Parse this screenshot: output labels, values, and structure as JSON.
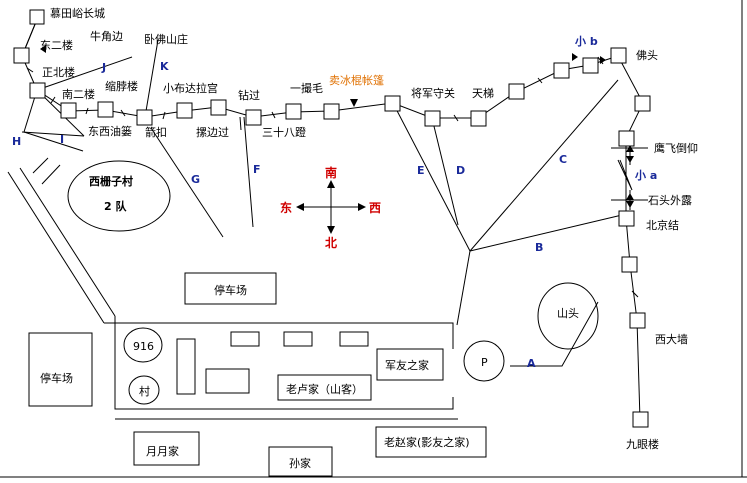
{
  "towers": {
    "mutianyu": "慕田峪长城",
    "dong_er": "东二楼",
    "zheng_bei": "正北楼",
    "nan_er": "南二楼",
    "suo_bo": "缩脖楼",
    "dong_xi_you_lou": "东西油篓",
    "jian_kou": "箭扣",
    "xiao_budala": "小布达拉宫",
    "cuo_bian_guo": "摞边过",
    "zuan_guo": "钻过",
    "sanshiba": "三十八蹬",
    "yi_sao_mao": "一撮毛",
    "jiang_jun": "将军守关",
    "tian_ti": "天梯",
    "fo_tou": "佛头",
    "ying_fei": "鹰飞倒仰",
    "shi_tou": "石头外露",
    "beijing_jie": "北京结",
    "xi_da_qiang": "西大墙",
    "jiu_yan": "九眼楼",
    "niu_jiao_bian": "牛角边",
    "wo_fo": "卧佛山庄"
  },
  "camp_label": "卖冰棍帐篷",
  "routes": {
    "A": "A",
    "B": "B",
    "C": "C",
    "D": "D",
    "E": "E",
    "F": "F",
    "G": "G",
    "H": "H",
    "I": "I",
    "J": "J",
    "K": "K",
    "xiao_a": "小 a",
    "xiao_b": "小 b"
  },
  "compass": {
    "south": "南",
    "north": "北",
    "east": "东",
    "west": "西"
  },
  "village": {
    "name": "西栅子村",
    "team": "2 队"
  },
  "places": {
    "parking_main": "停车场",
    "parking_left": "停车场",
    "shan_tou": "山头",
    "p_label": "P",
    "n916": "916",
    "cun": "村",
    "jun_you": "军友之家",
    "lao_lu": "老卢家（山客）",
    "yue_yue": "月月家",
    "sun_jia": "孙家",
    "lao_zhao": "老赵家(影友之家)"
  },
  "colors": {
    "route": "#1a2a9a",
    "compass": "#d00000",
    "camp": "#e07000"
  }
}
